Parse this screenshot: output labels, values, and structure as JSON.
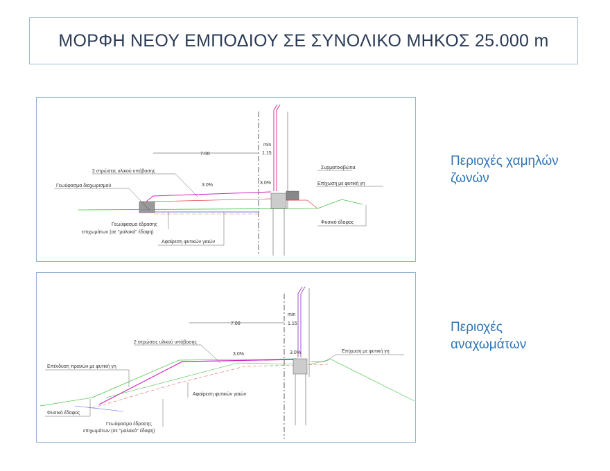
{
  "title": "ΜΟΡΦΗ ΝΕΟΥ ΕΜΠΟΔΙΟΥ ΣΕ ΣΥΝΟΛΙΚΟ ΜΗΚΟΣ  25.000 m",
  "sections": [
    {
      "label_line1": "Περιοχές χαμηλών",
      "label_line2": "ζωνών",
      "drawing": {
        "width_dim": "7.00",
        "min": "min",
        "min_value": "1.15",
        "slope1": "3.0%",
        "slope2": "3.0%",
        "subbase": "2 στρώσεις υλικού υπόβασης",
        "separation_geotextile": "Γεωύφασμα διαχωρισμού",
        "gabions": "Συρματοκιβώτια",
        "topsoil_fill": "Επίχωση με φυτική γη",
        "natural_ground": "Φυσικό έδαφος",
        "foundation_geotextile_1": "Γεωύφασμα έδρασης",
        "foundation_geotextile_2": "επιχωμάτων (σε \"μαλακά\" έδαφη)",
        "topsoil_removal": "Αφαίρεση φυτικών γαιών"
      }
    },
    {
      "label_line1": "Περιοχές",
      "label_line2": "αναχωμάτων",
      "drawing": {
        "width_dim": "7.00",
        "min": "min",
        "min_value": "1.15",
        "slope1": "3.0%",
        "slope2": "3.0%",
        "subbase": "2 στρώσεις υλικού υπόβασης",
        "slope_cover": "Επένδυση πρανών με φυτική γη",
        "topsoil_fill": "Επίχωση με φυτική γη",
        "natural_ground": "Φυσικό έδαφος",
        "foundation_geotextile_1": "Γεωύφασμα έδρασης",
        "foundation_geotextile_2": "επιχωμάτων (σε \"μαλακά\" έδαφη)",
        "topsoil_removal": "Αφαίρεση φυτικών γαιών"
      }
    }
  ]
}
